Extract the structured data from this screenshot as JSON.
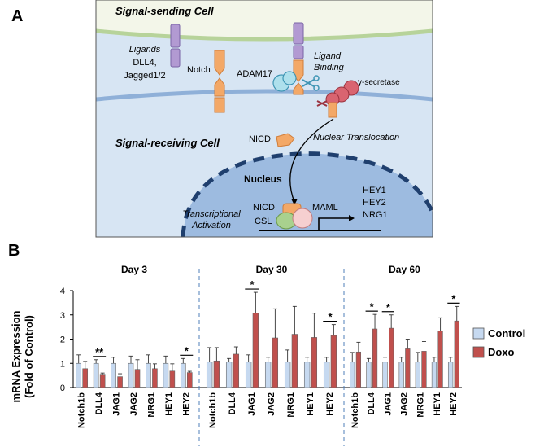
{
  "panel_a": {
    "label": "A",
    "sending_cell": "Signal-sending Cell",
    "receiving_cell": "Signal-receiving  Cell",
    "ligands_lines": [
      "Ligands",
      "DLL4,",
      "Jagged1/2"
    ],
    "notch": "Notch",
    "adam17": "ADAM17",
    "ligand_binding_lines": [
      "Ligand",
      "Binding"
    ],
    "gamma_secretase": "γ-secretase",
    "nicd": "NICD",
    "nuclear_translocation": "Nuclear Translocation",
    "nucleus": "Nucleus",
    "complex_nicd": "NICD",
    "maml": "MAML",
    "csl": "CSL",
    "transcriptional_lines": [
      "Transcriptional",
      "Activation"
    ],
    "target_genes": [
      "HEY1",
      "HEY2",
      "NRG1"
    ],
    "colors": {
      "cell_fill": "#d7e5f3",
      "sending_fill": "#f3f6e9",
      "membrane_green": "#b7d39a",
      "membrane_blue": "#8fb0d8",
      "nucleus_fill": "#9dbbe0",
      "nucleus_border": "#1f3f6e",
      "notch_orange": "#f3a867",
      "ligand_purple": "#b29ad2",
      "adam_teal": "#aee0ec",
      "gamma_red": "#d96470",
      "csl_green": "#a9d18e",
      "maml_pink": "#f6cfd0"
    }
  },
  "panel_b": {
    "label": "B",
    "ylabel_lines": [
      "mRNA Expression",
      "(Fold of Control)"
    ],
    "legend": [
      "Control",
      "Doxo"
    ]
  },
  "chart_data": {
    "type": "bar",
    "ylim": [
      0,
      4
    ],
    "yticks": [
      "0",
      "1",
      "2",
      "3",
      "4"
    ],
    "series_colors": [
      "#c6d9f0",
      "#c0504d"
    ],
    "panels": [
      {
        "title": "Day 3",
        "categories": [
          "Notch1b",
          "DLL4",
          "JAG1",
          "JAG2",
          "NRG1",
          "HEY1",
          "HEY2"
        ],
        "series": [
          {
            "name": "Control",
            "values": [
              1.0,
              1.0,
              1.0,
              1.0,
              1.0,
              1.0,
              1.0
            ],
            "errors": [
              0.35,
              0.15,
              0.25,
              0.3,
              0.35,
              0.3,
              0.2
            ]
          },
          {
            "name": "Doxo",
            "values": [
              0.78,
              0.55,
              0.45,
              0.75,
              0.78,
              0.68,
              0.62
            ],
            "errors": [
              0.3,
              0.05,
              0.12,
              0.4,
              0.2,
              0.3,
              0.05
            ]
          }
        ],
        "significance": [
          {
            "category": 1,
            "label": "**"
          },
          {
            "category": 6,
            "label": "*"
          }
        ]
      },
      {
        "title": "Day 30",
        "categories": [
          "Notch1b",
          "DLL4",
          "JAG1",
          "JAG2",
          "NRG1",
          "HEY1",
          "HEY2"
        ],
        "series": [
          {
            "name": "Control",
            "values": [
              1.05,
              1.05,
              1.05,
              1.05,
              1.05,
              1.05,
              1.05
            ],
            "errors": [
              0.6,
              0.15,
              0.3,
              0.2,
              0.5,
              0.2,
              0.2
            ]
          },
          {
            "name": "Doxo",
            "values": [
              1.1,
              1.38,
              3.08,
              2.05,
              2.2,
              2.07,
              2.15
            ],
            "errors": [
              0.55,
              0.3,
              0.85,
              1.2,
              1.15,
              1.0,
              0.45
            ]
          }
        ],
        "significance": [
          {
            "category": 2,
            "label": "*"
          },
          {
            "category": 6,
            "label": "*"
          }
        ]
      },
      {
        "title": "Day 60",
        "categories": [
          "Notch1b",
          "DLL4",
          "JAG1",
          "JAG2",
          "NRG1",
          "HEY1",
          "HEY2"
        ],
        "series": [
          {
            "name": "Control",
            "values": [
              1.05,
              1.05,
              1.05,
              1.05,
              1.05,
              1.05,
              1.05
            ],
            "errors": [
              0.4,
              0.15,
              0.2,
              0.2,
              0.4,
              0.2,
              0.2
            ]
          },
          {
            "name": "Doxo",
            "values": [
              1.47,
              2.42,
              2.45,
              1.6,
              1.5,
              2.33,
              2.75
            ],
            "errors": [
              0.4,
              0.6,
              0.55,
              0.4,
              0.4,
              0.55,
              0.6
            ]
          }
        ],
        "significance": [
          {
            "category": 1,
            "label": "*"
          },
          {
            "category": 2,
            "label": "*"
          },
          {
            "category": 6,
            "label": "*"
          }
        ]
      }
    ]
  }
}
